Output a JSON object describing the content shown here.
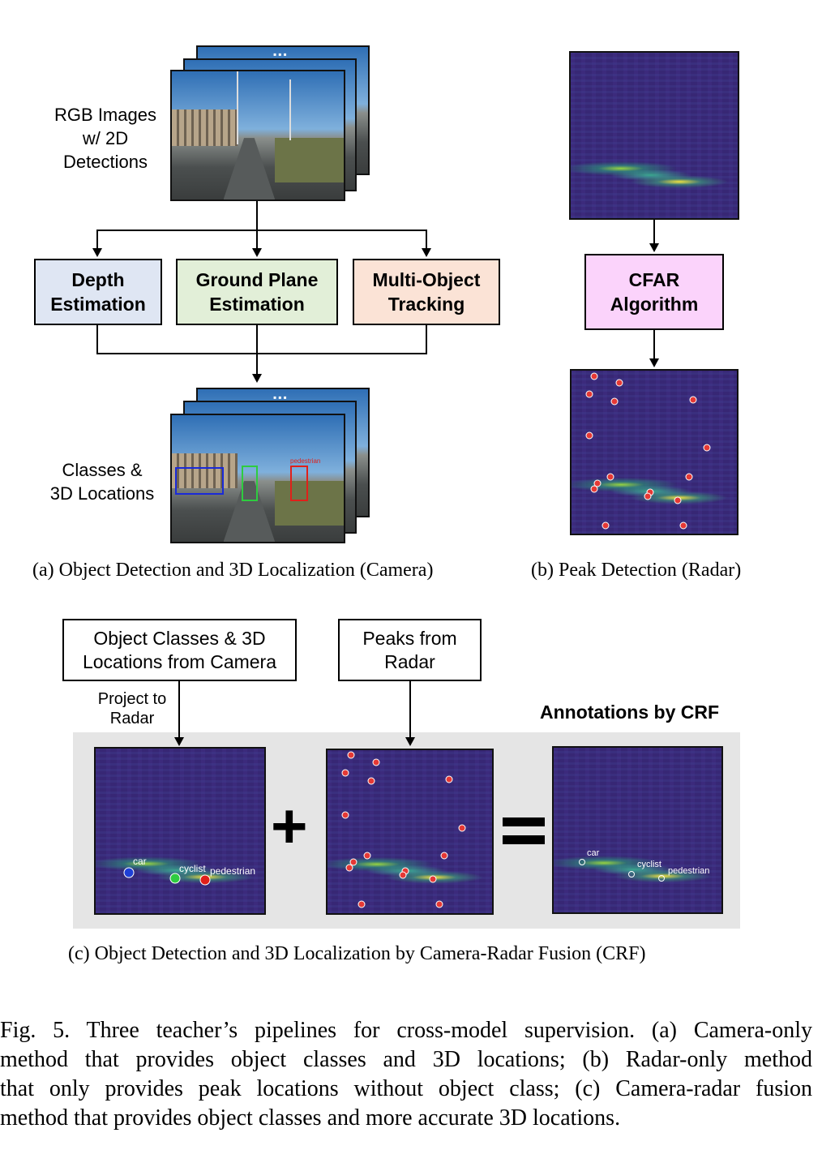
{
  "panel_a": {
    "input_label": [
      "RGB Images",
      "w/ 2D",
      "Detections"
    ],
    "boxes": {
      "depth": [
        "Depth",
        "Estimation"
      ],
      "ground": [
        "Ground Plane",
        "Estimation"
      ],
      "tracking": [
        "Multi-Object",
        "Tracking"
      ]
    },
    "output_label": [
      "Classes &",
      "3D Locations"
    ],
    "ellipsis": "▪▪▪",
    "detection_labels": [
      "pedestrian"
    ],
    "caption": "(a) Object Detection and 3D Localization (Camera)"
  },
  "panel_b": {
    "box": [
      "CFAR",
      "Algorithm"
    ],
    "caption": "(b) Peak Detection (Radar)"
  },
  "panel_c": {
    "camera_box": [
      "Object Classes & 3D",
      "Locations from Camera"
    ],
    "radar_box": [
      "Peaks from",
      "Radar"
    ],
    "project_label": [
      "Project to",
      "Radar"
    ],
    "crf_title": "Annotations by CRF",
    "objects": [
      {
        "label": "car",
        "color": "#1e3fd6"
      },
      {
        "label": "cyclist",
        "color": "#2ecc40"
      },
      {
        "label": "pedestrian",
        "color": "#e0201a"
      }
    ],
    "plus": "+",
    "equals": "=",
    "caption": "(c) Object Detection and 3D Localization by Camera-Radar Fusion (CRF)"
  },
  "figure_caption": [
    "Fig. 5.  Three teacher’s pipelines for cross-model supervision. (a) Camera-only",
    "method that provides object classes and 3D locations; (b) Radar-only method",
    "that only provides peak locations without object class; (c) Camera-radar fusion",
    "method that provides object classes and more accurate 3D locations."
  ],
  "colors": {
    "depth_fill": "#dfe6f3",
    "ground_fill": "#e2efd8",
    "tracking_fill": "#fbe3d6",
    "cfar_fill": "#fbd3fb",
    "fusion_bg": "#e5e5e5",
    "peak_dot": "#e53935"
  }
}
